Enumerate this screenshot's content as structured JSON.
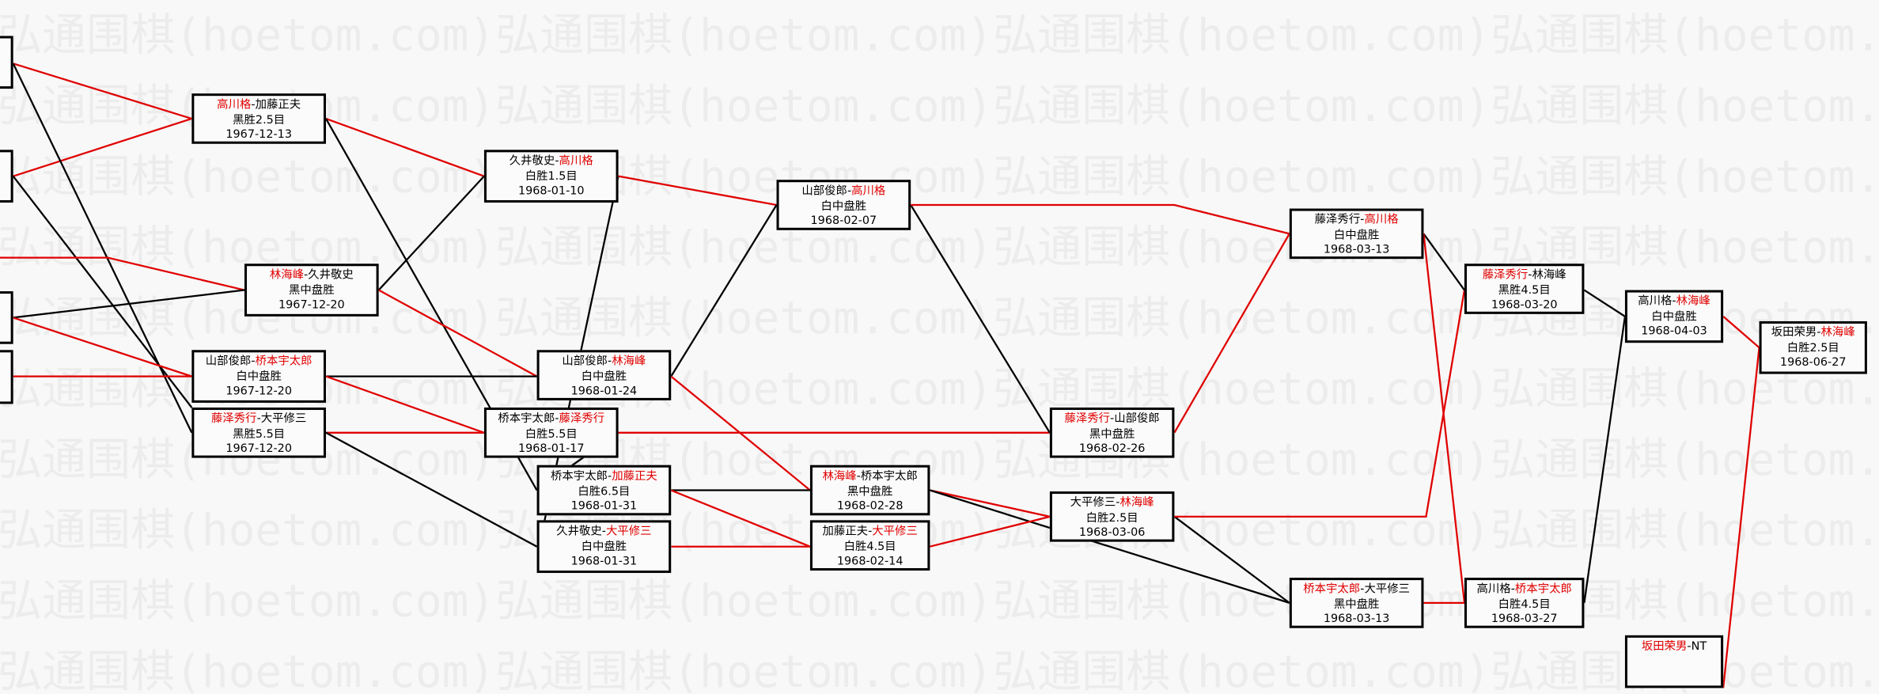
{
  "watermark": "弘通围棋(hoetom.com)",
  "colors": {
    "winner": "#e00000",
    "loser": "#000000",
    "winner_line": "#e00000",
    "loser_line": "#000000"
  },
  "matches": [
    {
      "black": "高川格",
      "white": "加藤正夫",
      "winner": "black",
      "result": "黑胜2.5目",
      "date": "1967-12-13"
    },
    {
      "black": "林海峰",
      "white": "久井敬史",
      "winner": "black",
      "result": "黑中盘胜",
      "date": "1967-12-20"
    },
    {
      "black": "山部俊郎",
      "white": "桥本宇太郎",
      "winner": "white",
      "result": "白中盘胜",
      "date": "1967-12-20"
    },
    {
      "black": "藤泽秀行",
      "white": "大平修三",
      "winner": "black",
      "result": "黑胜5.5目",
      "date": "1967-12-20"
    },
    {
      "black": "久井敬史",
      "white": "高川格",
      "winner": "white",
      "result": "白胜1.5目",
      "date": "1968-01-10"
    },
    {
      "black": "山部俊郎",
      "white": "林海峰",
      "winner": "white",
      "result": "白中盘胜",
      "date": "1968-01-24"
    },
    {
      "black": "桥本宇太郎",
      "white": "藤泽秀行",
      "winner": "white",
      "result": "白胜5.5目",
      "date": "1968-01-17"
    },
    {
      "black": "桥本宇太郎",
      "white": "加藤正夫",
      "winner": "white",
      "result": "白胜6.5目",
      "date": "1968-01-31"
    },
    {
      "black": "久井敬史",
      "white": "大平修三",
      "winner": "white",
      "result": "白中盘胜",
      "date": "1968-01-31"
    },
    {
      "black": "山部俊郎",
      "white": "高川格",
      "winner": "white",
      "result": "白中盘胜",
      "date": "1968-02-07"
    },
    {
      "black": "林海峰",
      "white": "桥本宇太郎",
      "winner": "black",
      "result": "黑中盘胜",
      "date": "1968-02-28"
    },
    {
      "black": "加藤正夫",
      "white": "大平修三",
      "winner": "white",
      "result": "白胜4.5目",
      "date": "1968-02-14"
    },
    {
      "black": "藤泽秀行",
      "white": "山部俊郎",
      "winner": "black",
      "result": "黑中盘胜",
      "date": "1968-02-26"
    },
    {
      "black": "大平修三",
      "white": "林海峰",
      "winner": "white",
      "result": "白胜2.5目",
      "date": "1968-03-06"
    },
    {
      "black": "藤泽秀行",
      "white": "高川格",
      "winner": "white",
      "result": "白中盘胜",
      "date": "1968-03-13"
    },
    {
      "black": "桥本宇太郎",
      "white": "大平修三",
      "winner": "black",
      "result": "黑中盘胜",
      "date": "1968-03-13"
    },
    {
      "black": "藤泽秀行",
      "white": "林海峰",
      "winner": "black",
      "result": "黑胜4.5目",
      "date": "1968-03-20"
    },
    {
      "black": "高川格",
      "white": "桥本宇太郎",
      "winner": "white",
      "result": "白胜4.5目",
      "date": "1968-03-27"
    },
    {
      "black": "高川格",
      "white": "林海峰",
      "winner": "white",
      "result": "白中盘胜",
      "date": "1968-04-03"
    },
    {
      "black": "坂田荣男",
      "white": "林海峰",
      "winner": "white",
      "result": "白胜2.5目",
      "date": "1968-06-27"
    },
    {
      "black": "坂田荣男",
      "white": "NT",
      "winner": "black",
      "result": "",
      "date": ""
    }
  ]
}
